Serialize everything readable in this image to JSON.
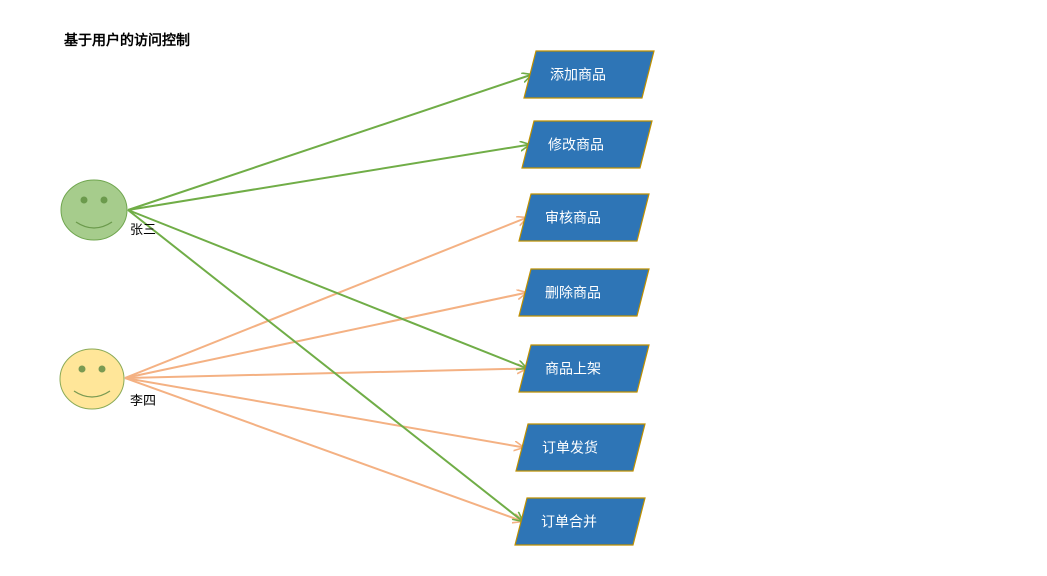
{
  "title": "基于用户的访问控制",
  "users": [
    {
      "id": "u1",
      "name": "张三",
      "face_fill": "#a6cc8c",
      "face_stroke": "#70a64f",
      "feature_color": "#6b9a4c"
    },
    {
      "id": "u2",
      "name": "李四",
      "face_fill": "#ffe699",
      "face_stroke": "#8aaa57",
      "feature_color": "#7a9a52"
    }
  ],
  "permissions": [
    {
      "id": "p1",
      "label": "添加商品"
    },
    {
      "id": "p2",
      "label": "修改商品"
    },
    {
      "id": "p3",
      "label": "审核商品"
    },
    {
      "id": "p4",
      "label": "删除商品"
    },
    {
      "id": "p5",
      "label": "商品上架"
    },
    {
      "id": "p6",
      "label": "订单发货"
    },
    {
      "id": "p7",
      "label": "订单合并"
    }
  ],
  "edges": [
    {
      "from": "u1",
      "to": "p1"
    },
    {
      "from": "u1",
      "to": "p2"
    },
    {
      "from": "u1",
      "to": "p5"
    },
    {
      "from": "u1",
      "to": "p7"
    },
    {
      "from": "u2",
      "to": "p3"
    },
    {
      "from": "u2",
      "to": "p4"
    },
    {
      "from": "u2",
      "to": "p5"
    },
    {
      "from": "u2",
      "to": "p6"
    },
    {
      "from": "u2",
      "to": "p7"
    }
  ],
  "colors": {
    "u1_edge": "#70ad47",
    "u2_edge": "#f4b183",
    "box_fill": "#2e75b6",
    "box_stroke": "#bf9000",
    "box_text": "#ffffff"
  }
}
